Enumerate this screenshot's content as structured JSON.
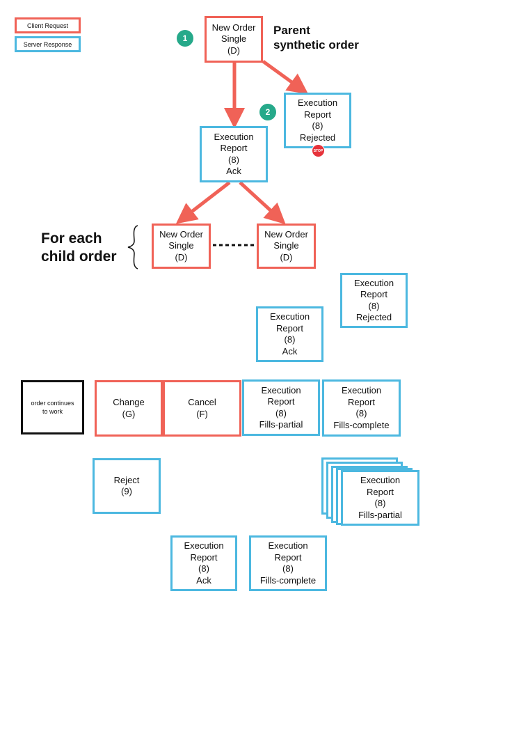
{
  "legend": {
    "client_request": "Client Request",
    "server_response": "Server Response"
  },
  "steps": [
    "1",
    "2"
  ],
  "parent_label": [
    "Parent",
    "synthetic order"
  ],
  "child_label": [
    "For each",
    "child order"
  ],
  "stop_sign": "STOP",
  "boxes": {
    "parent_nos": [
      "New Order",
      "Single",
      "(D)"
    ],
    "parent_rejected": [
      "Execution",
      "Report",
      "(8)",
      "Rejected"
    ],
    "parent_ack": [
      "Execution",
      "Report",
      "(8)",
      "Ack"
    ],
    "child_nos_1": [
      "New Order",
      "Single",
      "(D)"
    ],
    "child_nos_2": [
      "New Order",
      "Single",
      "(D)"
    ],
    "child_rejected": [
      "Execution",
      "Report",
      "(8)",
      "Rejected"
    ],
    "child_ack": [
      "Execution",
      "Report",
      "(8)",
      "Ack"
    ],
    "order_continues": [
      "order continues",
      "to work"
    ],
    "change": [
      "Change",
      "(G)"
    ],
    "cancel": [
      "Cancel",
      "(F)"
    ],
    "fills_partial": [
      "Execution",
      "Report",
      "(8)",
      "Fills-partial"
    ],
    "fills_complete": [
      "Execution",
      "Report",
      "(8)",
      "Fills-complete"
    ],
    "reject": [
      "Reject",
      "(9)"
    ],
    "stack_fills_partial": [
      "Execution",
      "Report",
      "(8)",
      "Fills-partial"
    ],
    "bottom_ack": [
      "Execution",
      "Report",
      "(8)",
      "Ack"
    ],
    "bottom_fills_complete": [
      "Execution",
      "Report",
      "(8)",
      "Fills-complete"
    ]
  },
  "colors": {
    "client_request": "#f06257",
    "server_response": "#4cb8e0",
    "arrow": "#f06257",
    "badge": "#26a98a"
  }
}
